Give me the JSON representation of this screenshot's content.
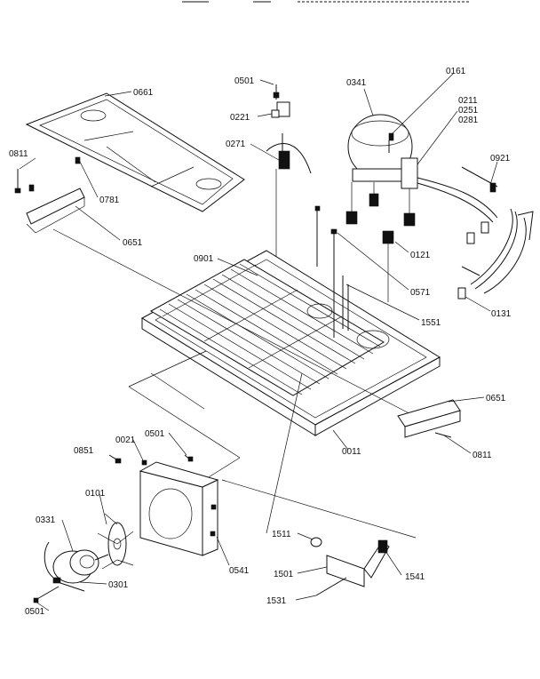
{
  "callouts": [
    {
      "key": "c0661",
      "text": "0661"
    },
    {
      "key": "c0811a",
      "text": "0811"
    },
    {
      "key": "c0781",
      "text": "0781"
    },
    {
      "key": "c0651a",
      "text": "0651"
    },
    {
      "key": "c0501a",
      "text": "0501"
    },
    {
      "key": "c0221",
      "text": "0221"
    },
    {
      "key": "c0271",
      "text": "0271"
    },
    {
      "key": "c0341",
      "text": "0341"
    },
    {
      "key": "c0161",
      "text": "0161"
    },
    {
      "key": "c0211",
      "text": "0211"
    },
    {
      "key": "c0251",
      "text": "0251"
    },
    {
      "key": "c0281",
      "text": "0281"
    },
    {
      "key": "c0921",
      "text": "0921"
    },
    {
      "key": "c0121",
      "text": "0121"
    },
    {
      "key": "c0901",
      "text": "0901"
    },
    {
      "key": "c0571",
      "text": "0571"
    },
    {
      "key": "c1551",
      "text": "1551"
    },
    {
      "key": "c0131",
      "text": "0131"
    },
    {
      "key": "c0651b",
      "text": "0651"
    },
    {
      "key": "c0811b",
      "text": "0811"
    },
    {
      "key": "c0011",
      "text": "0011"
    },
    {
      "key": "c0021",
      "text": "0021"
    },
    {
      "key": "c0501b",
      "text": "0501"
    },
    {
      "key": "c0851",
      "text": "0851"
    },
    {
      "key": "c0101",
      "text": "0101"
    },
    {
      "key": "c0331",
      "text": "0331"
    },
    {
      "key": "c0301",
      "text": "0301"
    },
    {
      "key": "c0501c",
      "text": "0501"
    },
    {
      "key": "c0541",
      "text": "0541"
    },
    {
      "key": "c1511",
      "text": "1511"
    },
    {
      "key": "c1501",
      "text": "1501"
    },
    {
      "key": "c1541",
      "text": "1541"
    },
    {
      "key": "c1531",
      "text": "1531"
    }
  ]
}
